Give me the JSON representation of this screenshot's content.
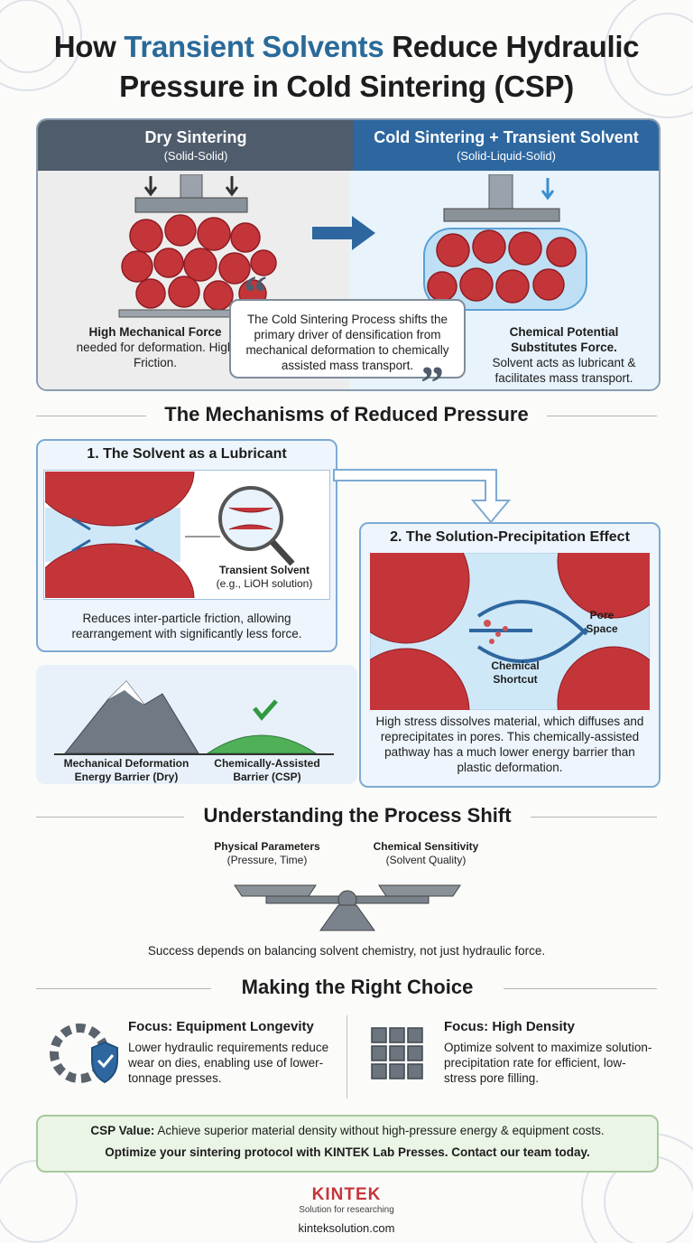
{
  "title": {
    "part1": "How ",
    "highlight": "Transient Solvents",
    "part2": " Reduce Hydraulic",
    "line2": "Pressure in Cold Sintering (CSP)"
  },
  "compare": {
    "left_title": "Dry Sintering",
    "left_sub": "(Solid-Solid)",
    "right_title": "Cold Sintering + Transient Solvent",
    "right_sub": "(Solid-Liquid-Solid)",
    "left_caption_bold": "High Mechanical Force",
    "left_caption": "needed for deformation. High Friction.",
    "right_caption_bold": "Chemical Potential Substitutes Force.",
    "right_caption": "Solvent acts as lubricant & facilitates mass transport.",
    "quote": "The Cold Sintering Process shifts the primary driver of densification from mechanical deformation to chemically assisted mass transport."
  },
  "mechanisms": {
    "heading": "The Mechanisms of Reduced Pressure",
    "m1_title": "1. The Solvent as a Lubricant",
    "m1_label_bold": "Transient Solvent",
    "m1_label": "(e.g., LiOH solution)",
    "m1_caption": "Reduces inter-particle friction, allowing rearrangement with significantly less force.",
    "m2_title": "2. The Solution-Precipitation Effect",
    "m2_pore": "Pore Space",
    "m2_shortcut": "Chemical Shortcut",
    "m2_caption": "High stress dissolves material, which diffuses and reprecipitates in pores. This chemically-assisted pathway has a much lower energy barrier than plastic deformation.",
    "barrier_dry": "Mechanical Deformation Energy Barrier (Dry)",
    "barrier_csp": "Chemically-Assisted Barrier (CSP)"
  },
  "shift": {
    "heading": "Understanding the Process Shift",
    "left_bold": "Physical Parameters",
    "left_sub": "(Pressure, Time)",
    "right_bold": "Chemical Sensitivity",
    "right_sub": "(Solvent Quality)",
    "caption": "Success depends on balancing solvent chemistry, not just hydraulic force."
  },
  "choice": {
    "heading": "Making the Right Choice",
    "left_title": "Focus: Equipment Longevity",
    "left_text": "Lower hydraulic requirements reduce wear on dies, enabling use of lower-tonnage presses.",
    "right_title": "Focus: High Density",
    "right_text": "Optimize solvent to maximize solution-precipitation rate for efficient, low-stress pore filling."
  },
  "cta": {
    "label": "CSP Value:",
    "text": " Achieve superior material density without high-pressure energy & equipment costs.",
    "line2": "Optimize your sintering protocol with KINTEK Lab Presses. Contact our team today."
  },
  "footer": {
    "brand": "KINTEK",
    "tagline": "Solution for researching",
    "url": "kinteksolution.com"
  },
  "colors": {
    "blue": "#2a6a99",
    "header_dark": "#4e5c6c",
    "particle": "#c4353a",
    "solvent": "#bfe0f4",
    "green": "#2f9a3f"
  }
}
